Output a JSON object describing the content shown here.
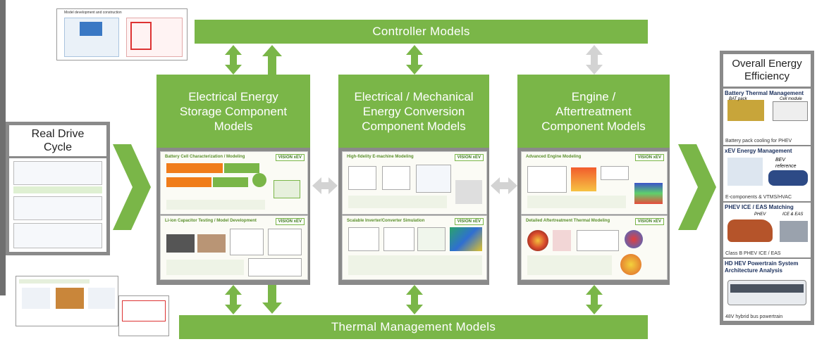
{
  "bars": {
    "controller": "Controller Models",
    "thermal": "Thermal Management Models"
  },
  "columns": [
    {
      "title": "Electrical Energy\nStorage Component\nModels"
    },
    {
      "title": "Electrical / Mechanical\nEnergy Conversion\nComponent Models"
    },
    {
      "title": "Engine /\nAftertreatment\nComponent Models"
    }
  ],
  "slides": {
    "battery_cell": "Battery Cell Characterization / Modeling",
    "li_ion": "Li-ion Capacitor Testing / Model Development",
    "e_machine": "High-fidelity E-machine Modeling",
    "inverter": "Scalable Inverter/Converter Simulation",
    "engine": "Advanced Engine Modeling",
    "aftertreatment": "Detailed Aftertreatment Thermal Modeling",
    "model_dev": "Model development and construction",
    "brand": "VISION xEV"
  },
  "real_drive": {
    "title": "Real Drive\nCycle"
  },
  "overall": {
    "title": "Overall Energy\nEfficiency",
    "cards": [
      {
        "heading": "Battery Thermal Management",
        "caption": "Battery pack cooling for PHEV",
        "labels": [
          "BAT pack",
          "Cell module"
        ]
      },
      {
        "heading": "xEV Energy Management",
        "caption": "E-components & VTMS/HVAC",
        "labels": [
          "BEV",
          "reference"
        ]
      },
      {
        "heading": "PHEV ICE / EAS Matching",
        "caption": "Class B PHEV ICE / EAS",
        "labels": [
          "PHEV",
          "ICE & EAS"
        ]
      },
      {
        "heading": "HD HEV Powertrain System Architecture Analysis",
        "caption": "48V hybrid bus powertrain",
        "labels": []
      }
    ]
  },
  "colors": {
    "green": "#7ab648",
    "gray": "#8a8a8a",
    "arrow_gray": "#d3d3d3",
    "title_navy": "#1a2f5c"
  }
}
